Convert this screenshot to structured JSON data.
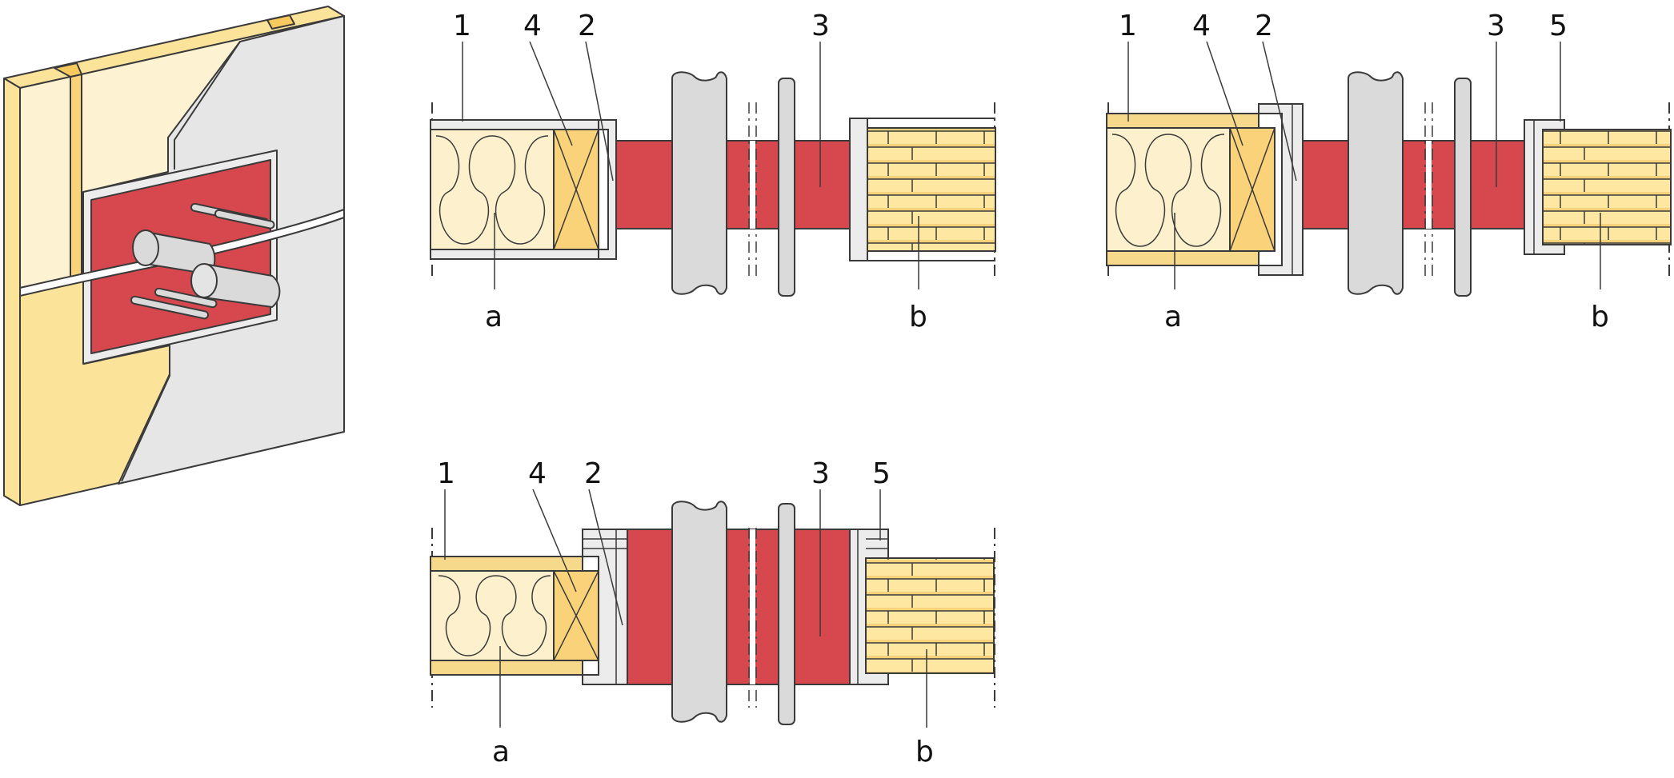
{
  "colors": {
    "membrane": "#d7484e",
    "pipe": "#dadada",
    "insulation": "#fdf0cc",
    "timber": "#fad27a",
    "board": "#f6d98b",
    "brick": "#fde7a1",
    "gypsum": "#ececec",
    "wall_light": "#fdf3d2",
    "wall_dark": "#fce39a",
    "outline": "#3a3a3a"
  },
  "details": [
    {
      "labels": {
        "n1": "1",
        "n4": "4",
        "n2": "2",
        "n3": "3",
        "a": "a",
        "b": "b"
      }
    },
    {
      "labels": {
        "n1": "1",
        "n4": "4",
        "n2": "2",
        "n3": "3",
        "n5": "5",
        "a": "a",
        "b": "b"
      }
    },
    {
      "labels": {
        "n1": "1",
        "n4": "4",
        "n2": "2",
        "n3": "3",
        "n5": "5",
        "a": "a",
        "b": "b"
      }
    }
  ]
}
